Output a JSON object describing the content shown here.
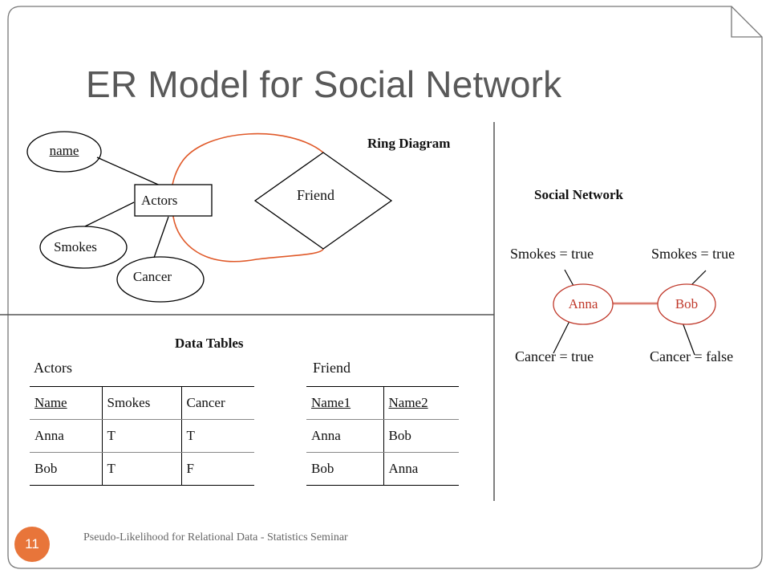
{
  "slide": {
    "title": "ER Model for Social Network",
    "page_number": "11",
    "footer": "Pseudo-Likelihood for Relational Data - Statistics Seminar",
    "accent_color": "#e8753a"
  },
  "ring_diagram": {
    "heading": "Ring Diagram",
    "entity": "Actors",
    "relationship": "Friend",
    "attributes": [
      "name",
      "Smokes",
      "Cancer"
    ]
  },
  "social_network": {
    "heading": "Social Network",
    "nodes": [
      "Anna",
      "Bob"
    ],
    "anna_smokes": "Smokes = true",
    "anna_cancer": "Cancer = true",
    "bob_smokes": "Smokes = true",
    "bob_cancer": "Cancer = false"
  },
  "data_tables": {
    "heading": "Data Tables",
    "actors": {
      "caption": "Actors",
      "headers": [
        "Name",
        "Smokes",
        "Cancer"
      ],
      "rows": [
        [
          "Anna",
          "T",
          "T"
        ],
        [
          "Bob",
          "T",
          "F"
        ]
      ]
    },
    "friend": {
      "caption": "Friend",
      "headers": [
        "Name1",
        "Name2"
      ],
      "rows": [
        [
          "Anna",
          "Bob"
        ],
        [
          "Bob",
          "Anna"
        ]
      ]
    }
  }
}
